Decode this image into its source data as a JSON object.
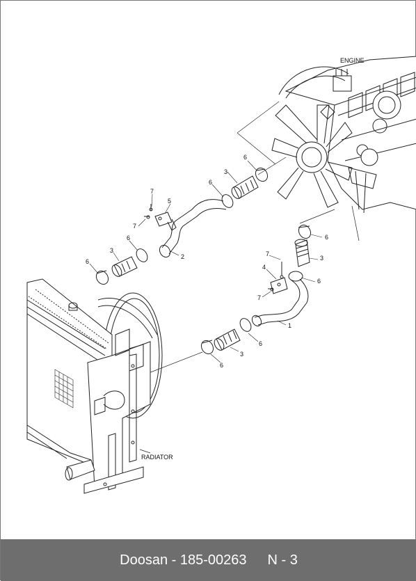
{
  "diagram": {
    "labels": {
      "engine": "ENGINE",
      "radiator": "RADIATOR"
    },
    "callouts": {
      "c1": "1",
      "c2": "2",
      "c3a": "3",
      "c3b": "3",
      "c3c": "3",
      "c3d": "3",
      "c4": "4",
      "c5": "5",
      "c6a": "6",
      "c6b": "6",
      "c6c": "6",
      "c6d": "6",
      "c6e": "6",
      "c6f": "6",
      "c6g": "6",
      "c6h": "6",
      "c7a": "7",
      "c7b": "7",
      "c7c": "7",
      "c7d": "7"
    }
  },
  "footer": {
    "brand_code": "Doosan - 185-00263",
    "page_number": "N - 3"
  }
}
